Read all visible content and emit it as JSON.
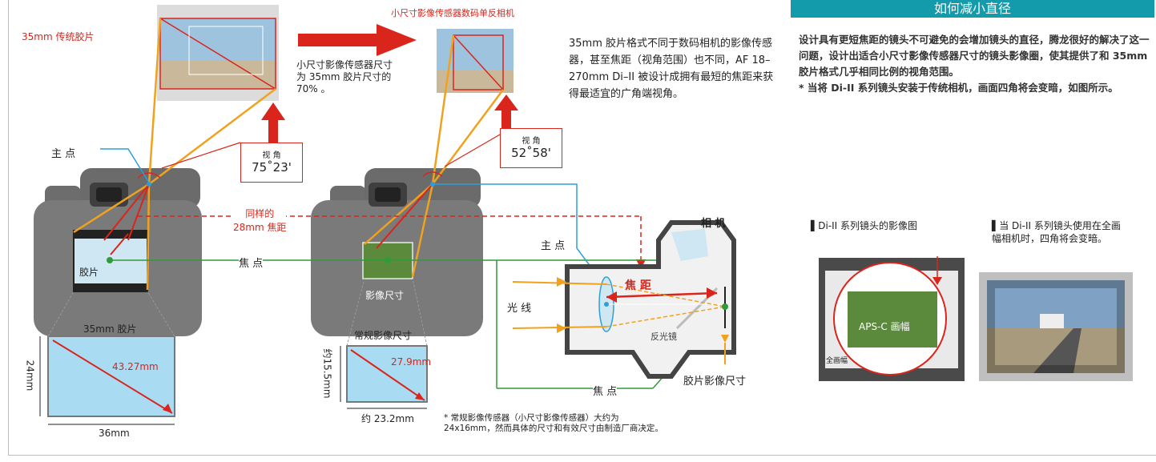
{
  "right_panel": {
    "heading": "如何减小直径",
    "para1": "设计具有更短焦距的镜头不可避免的会增加镜头的直径，腾龙很好的解决了这一问题，设计出适合小尺寸影像传感器尺寸的镜头影像圈，使其提供了和 35mm 胶片格式几乎相同比例的视角范围。",
    "para2": "* 当将 Di-II 系列镜头安装于传统相机，画面四角将会变暗，如图所示。",
    "cap_left": "▌Di-II 系列镜头的影像图",
    "cap_right": "▌当 Di-II 系列镜头使用在全画幅相机时，四角将会变暗。",
    "aps_label": "APS-C 画幅",
    "full_label": "全画幅"
  },
  "diagram": {
    "film_35mm": "35mm 传统胶片",
    "small_sensor_slr": "小尺寸影像传感器数码单反相机",
    "sensor_ratio_note": "小尺寸影像传感器尺寸为 35mm 胶片尺寸的 70% 。",
    "description": "35mm 胶片格式不同于数码相机的影像传感器，甚至焦距（视角范围）也不同，AF 18–270mm Di–II 被设计成拥有最短的焦距来获得最适宜的广角端视角。",
    "principal_point": "主 点",
    "view_angle": "视 角",
    "angle1": "75˚23'",
    "angle2": "52˚58'",
    "same_focal": "同样的",
    "same_focal2": "28mm 焦距",
    "film_label": "胶片",
    "focal_point": "焦 点",
    "sensor_size": "影像尺寸",
    "regular_sensor": "常规影像尺寸",
    "camera": "相 机",
    "light": "光 线",
    "focal_length": "焦 距",
    "mirror": "反光镜",
    "film_image_size": "胶片影像尺寸",
    "film35_title": "35mm 胶片",
    "diag1": "43.27mm",
    "height1": "24mm",
    "width1": "36mm",
    "diag2": "27.9mm",
    "height2": "约15.5mm",
    "width2": "约 23.2mm",
    "footnote": "* 常规影像传感器（小尺寸影像传感器）大约为24x16mm，然而具体的尺寸和有效尺寸由制造厂商决定。"
  },
  "colors": {
    "red": "#d9251c",
    "orange": "#f0a21f",
    "blue": "#2e9ed8",
    "green": "#2f9b3b",
    "teal": "#139bab"
  }
}
